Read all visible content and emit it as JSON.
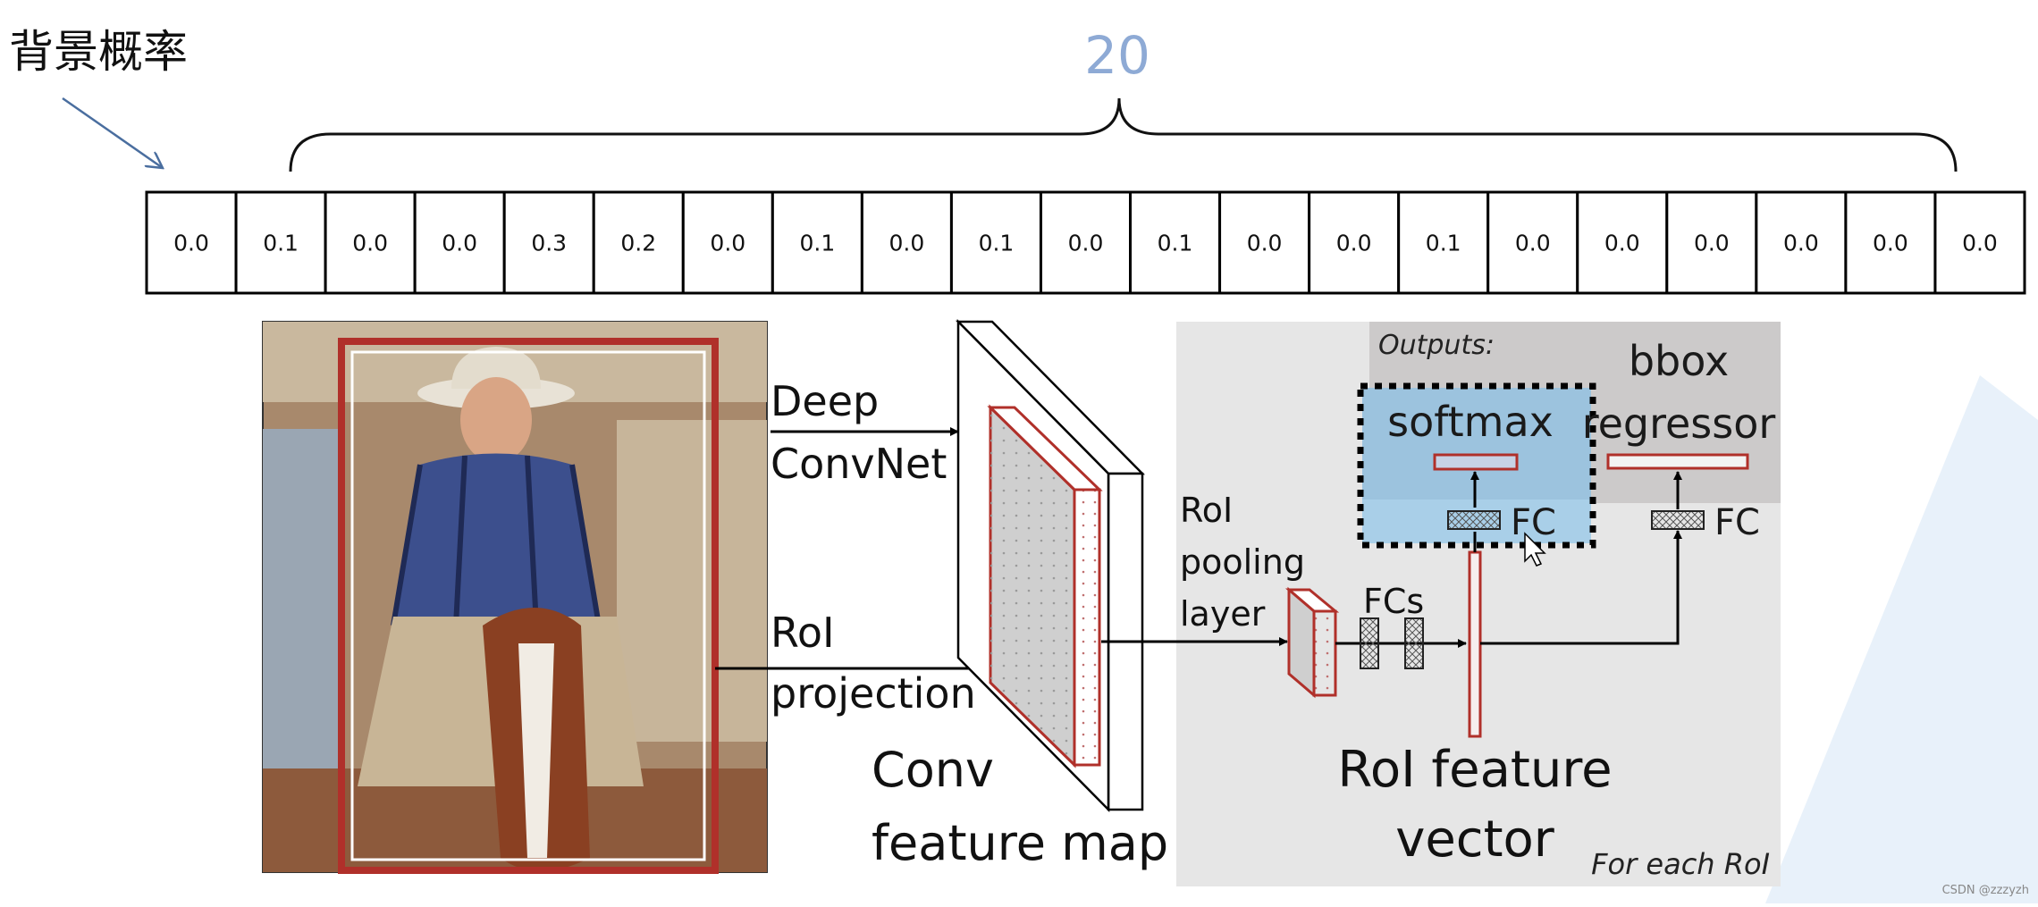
{
  "annotation": {
    "background_probability_label": "背景概率",
    "count_label": "20"
  },
  "probability_vector": {
    "values": [
      "0.0",
      "0.1",
      "0.0",
      "0.0",
      "0.3",
      "0.2",
      "0.0",
      "0.1",
      "0.0",
      "0.1",
      "0.0",
      "0.1",
      "0.0",
      "0.0",
      "0.1",
      "0.0",
      "0.0",
      "0.0",
      "0.0",
      "0.0",
      "0.0"
    ]
  },
  "diagram": {
    "deep_convnet": [
      "Deep",
      "ConvNet"
    ],
    "roi_projection": [
      "RoI",
      "projection"
    ],
    "conv_feature_map": [
      "Conv",
      "feature map"
    ],
    "roi_pooling_layer": [
      "RoI",
      "pooling",
      "layer"
    ],
    "fcs": "FCs",
    "fc_left": "FC",
    "fc_right": "FC",
    "outputs": "Outputs:",
    "softmax": "softmax",
    "bbox_regressor": [
      "bbox",
      "regressor"
    ],
    "roi_feature_vector": [
      "RoI feature",
      "vector"
    ],
    "for_each_roi": "For each RoI"
  },
  "watermark": "CSDN @zzzyzh",
  "colors": {
    "accent_blue": "#8eaad5",
    "box_red": "#b0302a",
    "arrow_blue": "#4a6e9f",
    "panel_gray": "#e6e6e6",
    "outputs_gray": "#cccaca",
    "softmax_blue": "#a9cfe8"
  }
}
